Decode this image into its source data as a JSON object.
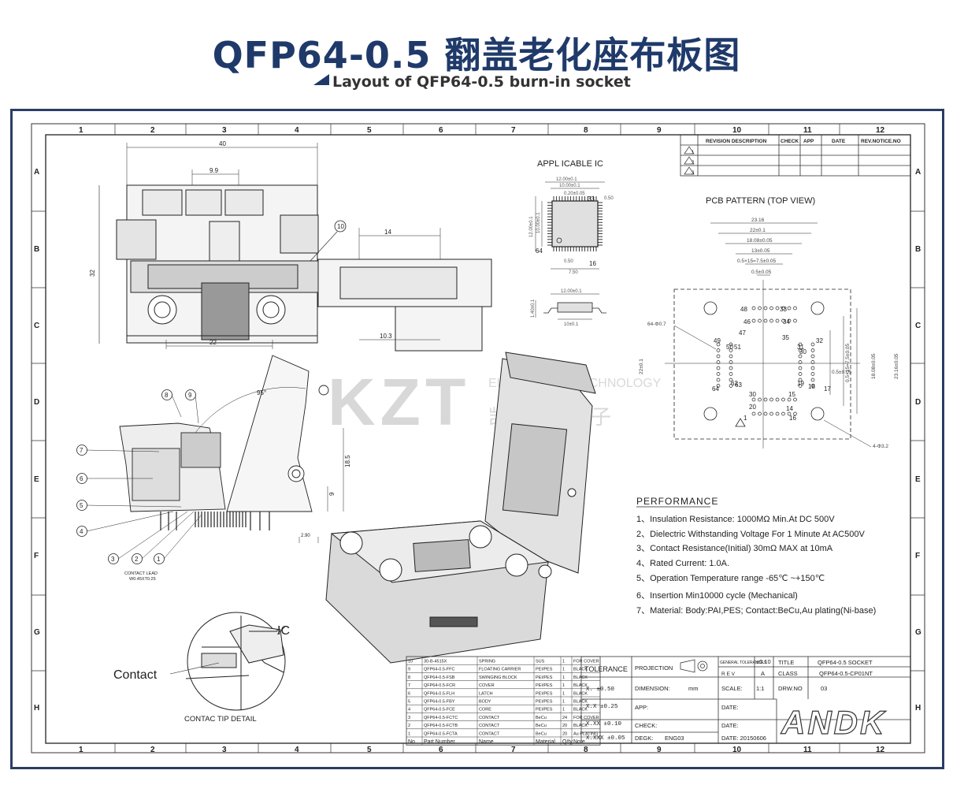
{
  "header": {
    "title": "QFP64-0.5 翻盖老化座布板图",
    "subtitle": "Layout of QFP64-0.5  burn-in socket"
  },
  "grid": {
    "cols": [
      "1",
      "2",
      "3",
      "4",
      "5",
      "6",
      "7",
      "8",
      "9",
      "10",
      "11",
      "12"
    ],
    "rows": [
      "A",
      "B",
      "C",
      "D",
      "E",
      "F",
      "G",
      "H"
    ]
  },
  "revision": {
    "headers": [
      "REVISION DESCRIPTION",
      "CHECK",
      "APP",
      "DATE",
      "REV.NOTICE.NO"
    ],
    "rows": [
      "1",
      "2",
      "3"
    ]
  },
  "dims": {
    "width40": "40",
    "w99": "9.9",
    "w14": "14",
    "h32": "32",
    "w22": "22",
    "w103": "10.3",
    "h185": "18.5",
    "h9": "9",
    "w290": "2.90",
    "angle": "95°",
    "callout10": "10"
  },
  "appl": {
    "label": "APPL ICABLE IC",
    "d1": "12.00±0.1",
    "d2": "10.00±0.1",
    "d3": "0.20±0.05",
    "d4": "0.50",
    "d5": "12.00±0.1",
    "d6": "10.00±0.1",
    "d7": "7.50",
    "d8": "0.50",
    "d9": "12.00±0.1",
    "d10": "10±0.1",
    "d11": "1.40±0.1",
    "p33": "33",
    "p64": "64",
    "p16": "16"
  },
  "pcb": {
    "label": "PCB PATTERN  (TOP VIEW)",
    "d1": "23.16",
    "d2": "22±0.1",
    "d3": "18.08±0.05",
    "d4": "13±0.05",
    "d5": "0.5×15=7.5±0.05",
    "d6": "0.5±0.05",
    "h1": "22±0.1",
    "h2": "23.16±0.05",
    "h3": "18.08±0.05",
    "h4": "0.5×15=7.5±0.05",
    "h5": "0.5±0.05",
    "hole": "64-Φ0.7",
    "mount": "4-Φ3.2",
    "pins": [
      "48",
      "33",
      "46",
      "34",
      "47",
      "35",
      "49",
      "32",
      "50",
      "51",
      "31",
      "30",
      "64",
      "17",
      "62",
      "19",
      "18",
      "63",
      "30",
      "15",
      "20",
      "14",
      "1",
      "16"
    ]
  },
  "callouts": [
    "8",
    "9",
    "7",
    "6",
    "5",
    "4",
    "3",
    "2",
    "1"
  ],
  "contact_lead": "CONTACT LEAD\nW0.45XT0.25",
  "contact_detail": {
    "ic": "IC",
    "contact": "Contact",
    "caption": "CONTAC TIP DETAIL"
  },
  "performance": {
    "title": "PERFORMANCE",
    "items": [
      "1、Insulation Resistance: 1000MΩ Min.At DC 500V",
      "2、Dielectric Withstanding Voltage For 1 Minute At AC500V",
      "3、Contact Resistance(Initial) 30mΩ MAX at 10mA",
      "4、Rated Current: 1.0A.",
      "5、Operation Temperature range -65℃ ~+150℃",
      "6、Insertion Min10000 cycle (Mechanical)",
      "7、Material: Body:PAI,PES; Contact:BeCu,Au plating(Ni-base)"
    ]
  },
  "bom": {
    "headers": [
      "No",
      "Part Number",
      "Name",
      "Material",
      "Q/ty",
      "Note"
    ],
    "rows": [
      [
        "10",
        "30-B-4515X",
        "SPRING",
        "SUS",
        "1",
        "FOR COVER"
      ],
      [
        "9",
        "QFP64-0.5-FFC",
        "FLOATING CARRIER",
        "PEI/PES",
        "1",
        "BLACK"
      ],
      [
        "8",
        "QFP64-0.5-FSB",
        "SWINGING BLOCK",
        "PEI/PES",
        "1",
        "BLACK"
      ],
      [
        "7",
        "QFP64-0.5-FCR",
        "COVER",
        "PEI/PES",
        "1",
        "BLACK"
      ],
      [
        "6",
        "QFP64-0.5-FLH",
        "LATCH",
        "PEI/PES",
        "1",
        "BLACK"
      ],
      [
        "5",
        "QFP64-0.5-FBY",
        "BODY",
        "PEI/PES",
        "1",
        "BLACK"
      ],
      [
        "4",
        "QFP64-0.5-FCE",
        "CORE",
        "PEI/PES",
        "1",
        "BLACK"
      ],
      [
        "3",
        "QFP64-0.5-FCTC",
        "CONTACT",
        "BeCu",
        "24",
        "FOR COVER"
      ],
      [
        "2",
        "QFP64-0.5-FCTB",
        "CONTACT",
        "BeCu",
        "20",
        "BLACK"
      ],
      [
        "1",
        "QFP64-0.5-FCTA",
        "CONTACT",
        "BeCu",
        "20",
        "Au PLATING"
      ]
    ]
  },
  "tolerance": {
    "title": "TOLERANCE",
    "rows": [
      "X.    ±0.50",
      "X.X   ±0.25",
      "X.XX  ±0.10",
      "X.XXX ±0.05"
    ]
  },
  "titleblock": {
    "projection": "PROJECTION",
    "general": "GENERAL TOLERANCES",
    "gen_val": "±0.10",
    "title_lbl": "TITLE",
    "title_val": "QFP64-0.5  SOCKET",
    "rev_lbl": "R E V",
    "rev_val": "A",
    "class_lbl": "CLASS",
    "class_val": "QFP64-0.5-CP01NT",
    "dimension": "DIMENSION:",
    "dim_unit": "mm",
    "scale": "SCALE:",
    "scale_val": "1:1",
    "drw": "DRW.NO",
    "drw_val": "03",
    "app": "APP:",
    "date1": "DATE:",
    "check": "CHECK:",
    "date2": "DATE:",
    "degk": "DEGK:",
    "degk_val": "ENG03",
    "date3": "DATE: 20150606",
    "logo": "ANDK"
  },
  "watermark": {
    "logo": "KZT",
    "en": "ELECTRONIC TECHNOLOGY",
    "cn": "凯智通微电子"
  }
}
